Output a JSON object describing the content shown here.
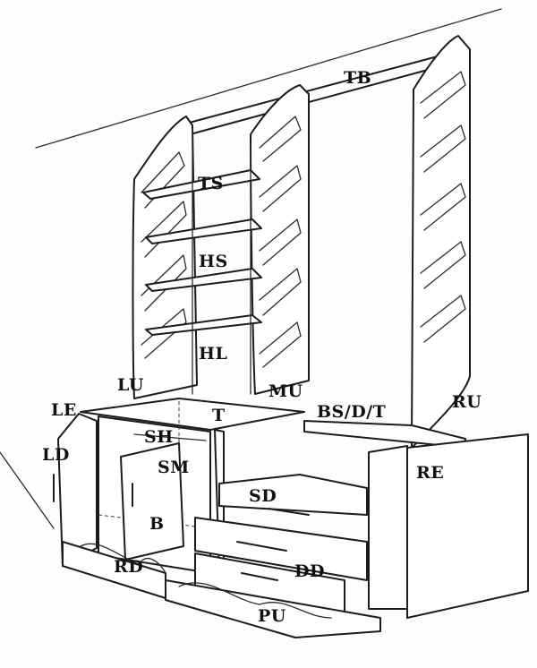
{
  "labels": {
    "tb": "TB",
    "ts": "TS",
    "hs": "HS",
    "hl": "HL",
    "lu": "LU",
    "mu": "MU",
    "ru": "RU",
    "le": "LE",
    "t": "T",
    "bsdt": "BS/D/T",
    "sh": "SH",
    "ld": "LD",
    "sm": "SM",
    "re": "RE",
    "sd": "SD",
    "b": "B",
    "rd": "RD",
    "dd": "DD",
    "pu": "PU"
  }
}
